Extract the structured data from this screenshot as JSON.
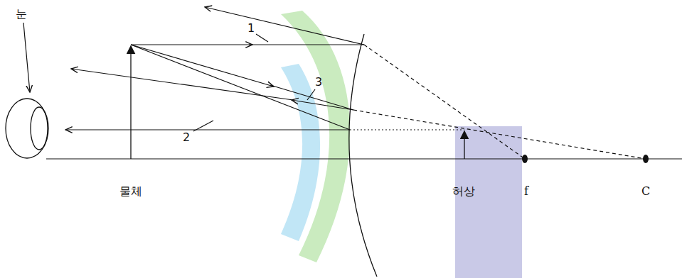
{
  "diagram": {
    "labels": [
      "눈",
      "1",
      "2",
      "3",
      "물체",
      "허상",
      "f",
      "C"
    ]
  }
}
